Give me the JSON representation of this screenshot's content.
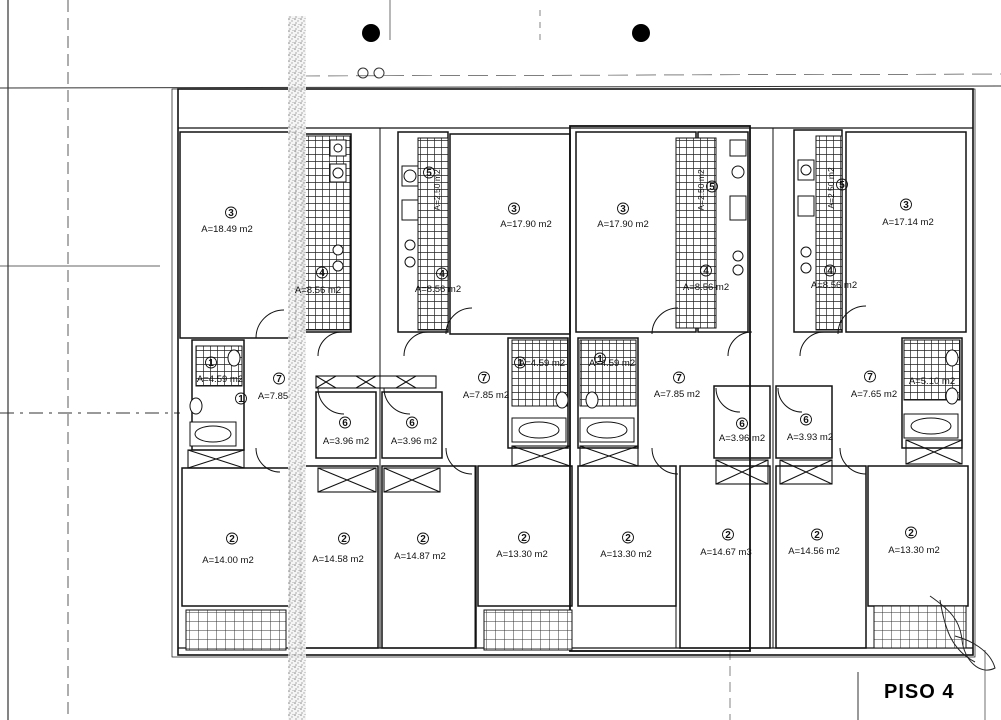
{
  "title": "PISO 4",
  "colors": {
    "ink": "#111111",
    "tile": "#333333",
    "paper": "#ffffff",
    "grain": "#8a8a8a"
  },
  "rooms": [
    {
      "num": "3",
      "area": "A=18.49 m2"
    },
    {
      "num": "3",
      "area": "A=17.90 m2"
    },
    {
      "num": "3",
      "area": "A=17.90 m2"
    },
    {
      "num": "3",
      "area": "A=17.14 m2"
    },
    {
      "num": "4",
      "area": "A=8.56 m2"
    },
    {
      "num": "4",
      "area": "A=8.56 m2"
    },
    {
      "num": "4",
      "area": "A=8.56 m2"
    },
    {
      "num": "4",
      "area": "A=8.56 m2"
    },
    {
      "num": "5",
      "area": "A=2.50 m2"
    },
    {
      "num": "5",
      "area": "A=2.50 m2"
    },
    {
      "num": "5",
      "area": "A=2.50 m2"
    },
    {
      "num": "1",
      "area": "A=4.59 m2"
    },
    {
      "num": "1",
      "area": "A=4.59 m2"
    },
    {
      "num": "1",
      "area": "A=4.59 m2"
    },
    {
      "num": "1",
      "area": "A=5.10 m2"
    },
    {
      "num": "7",
      "area": "A=7.85"
    },
    {
      "num": "7",
      "area": "A=7.85 m2"
    },
    {
      "num": "7",
      "area": "A=7.85 m2"
    },
    {
      "num": "7",
      "area": "A=7.65 m2"
    },
    {
      "num": "6",
      "area": "A=3.96 m2"
    },
    {
      "num": "6",
      "area": "A=3.96 m2"
    },
    {
      "num": "6",
      "area": "A=3.96 m2"
    },
    {
      "num": "6",
      "area": "A=3.93 m2"
    },
    {
      "num": "2",
      "area": "A=14.00 m2"
    },
    {
      "num": "2",
      "area": "A=14.58 m2"
    },
    {
      "num": "2",
      "area": "A=14.87 m2"
    },
    {
      "num": "2",
      "area": "A=13.30 m2"
    },
    {
      "num": "2",
      "area": "A=13.30 m2"
    },
    {
      "num": "2",
      "area": "A=14.67 m3"
    },
    {
      "num": "2",
      "area": "A=14.56 m2"
    },
    {
      "num": "2",
      "area": "A=13.30 m2"
    }
  ]
}
